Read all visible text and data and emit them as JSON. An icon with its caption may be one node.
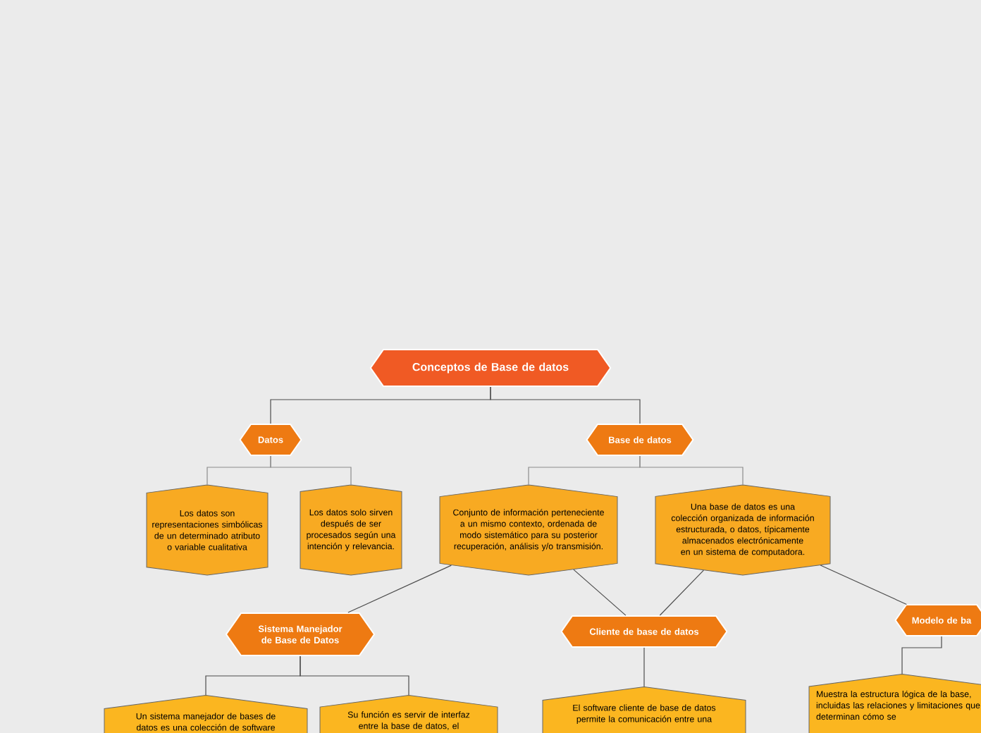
{
  "diagram": {
    "nodes": [
      {
        "text": [
          "Conceptos de Base de datos"
        ]
      },
      {
        "text": [
          "Datos"
        ]
      },
      {
        "text": [
          "Base de datos"
        ]
      },
      {
        "text": [
          "Los datos son representaciones simbólicas de un determinado atributo o variable cualitativa"
        ]
      },
      {
        "text": [
          "Los datos solo sirven después de ser procesados según una intención y relevancia."
        ]
      },
      {
        "text": [
          "Conjunto de información perteneciente a un mismo contexto, ordenada de modo sistemático para su posterior recuperación, análisis y/o transmisión."
        ]
      },
      {
        "text": [
          "Una base de datos es una colección organizada de información estructurada, o datos, típicamente almacenados electrónicamente en un sistema de computadora."
        ]
      },
      {
        "text": [
          "Sistema Manejador de Base de Datos"
        ]
      },
      {
        "text": [
          "Cliente de base de datos"
        ]
      },
      {
        "text": [
          "Modelo de ba"
        ]
      },
      {
        "text": [
          "Un sistema manejador de bases de datos es una colección de software"
        ]
      },
      {
        "text": [
          "Su función es servir de interfaz entre la base de datos, el"
        ]
      },
      {
        "text": [
          "El software cliente de base de datos permite la comunicación entre una"
        ]
      },
      {
        "text": [
          "Muestra la estructura lógica de la base, incluidas las relaciones y limitaciones que determinan cómo se"
        ]
      }
    ],
    "edges": [
      {
        "from": 0,
        "to": 1,
        "arrow": "none"
      },
      {
        "from": 0,
        "to": 2,
        "arrow": "none"
      },
      {
        "from": 1,
        "to": 3,
        "arrow": "none"
      },
      {
        "from": 1,
        "to": 4,
        "arrow": "none"
      },
      {
        "from": 2,
        "to": 5,
        "arrow": "none"
      },
      {
        "from": 2,
        "to": 6,
        "arrow": "none"
      },
      {
        "from": 5,
        "to": 7,
        "arrow": "none"
      },
      {
        "from": 5,
        "to": 8,
        "arrow": "none"
      },
      {
        "from": 6,
        "to": 8,
        "arrow": "none"
      },
      {
        "from": 6,
        "to": 9,
        "arrow": "none"
      },
      {
        "from": 7,
        "to": 10,
        "arrow": "none"
      },
      {
        "from": 7,
        "to": 11,
        "arrow": "none"
      },
      {
        "from": 8,
        "to": 12,
        "arrow": "none"
      },
      {
        "from": 9,
        "to": 13,
        "arrow": "none"
      }
    ]
  }
}
